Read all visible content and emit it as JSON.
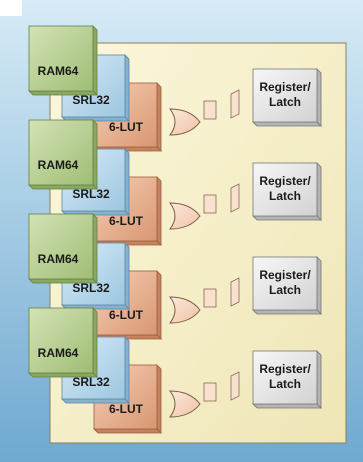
{
  "labels": {
    "ram": "RAM64",
    "srl": "SRL32",
    "lut": "6-LUT",
    "reg_line1": "Register/",
    "reg_line2": "Latch"
  },
  "slice_count": 4,
  "colors": {
    "background_top": "#c9e3f1",
    "background_bottom": "#7fb5d7",
    "panel": "#f4efc8",
    "ram_block": "#b7ce93",
    "srl_block": "#b7d7ea",
    "lut_block": "#e9b08e",
    "register_block": "#e6e6e6"
  }
}
